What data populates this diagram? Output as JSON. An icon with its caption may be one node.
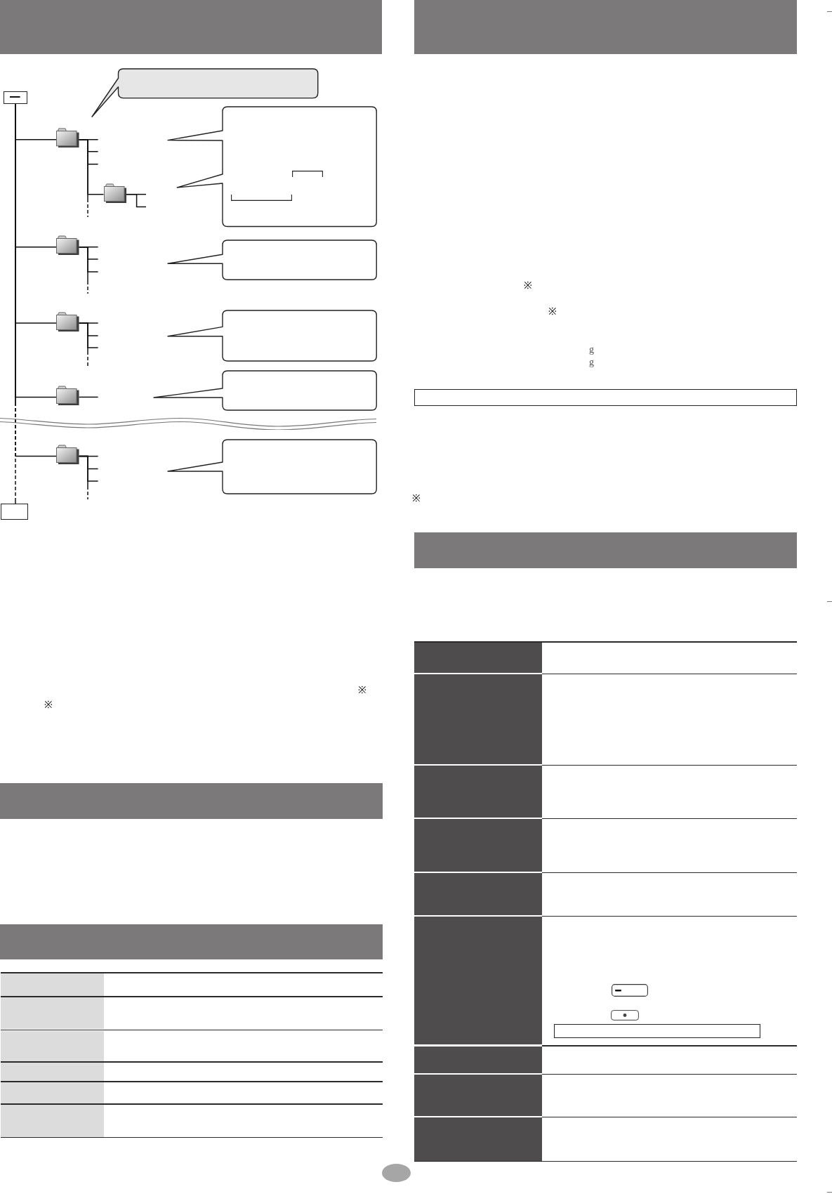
{
  "diagram": {
    "nodes": [
      {
        "text": [],
        "shape": "callout"
      },
      {
        "text": [],
        "shape": "box"
      },
      {
        "text": [],
        "shape": "picture"
      },
      {
        "text": [],
        "shape": "picture"
      },
      {
        "text": [],
        "shape": "callout"
      },
      {
        "text": [],
        "shape": "picture"
      },
      {
        "text": [],
        "shape": "callout"
      },
      {
        "text": [],
        "shape": "picture"
      },
      {
        "text": [],
        "shape": "callout"
      },
      {
        "text": [],
        "shape": "picture"
      },
      {
        "text": [],
        "shape": "callout"
      },
      {
        "text": [],
        "shape": "picture"
      },
      {
        "text": [],
        "shape": "callout"
      },
      {
        "text": [],
        "shape": "box"
      }
    ],
    "edges": [
      {
        "from": 1,
        "to": 2,
        "arrow": "none"
      },
      {
        "from": 1,
        "to": 5,
        "arrow": "none"
      },
      {
        "from": 1,
        "to": 7,
        "arrow": "none"
      },
      {
        "from": 1,
        "to": 9,
        "arrow": "none"
      },
      {
        "from": 1,
        "to": 11,
        "arrow": "none",
        "style": "dashed"
      },
      {
        "from": 1,
        "to": 13,
        "arrow": "none",
        "style": "dashed"
      },
      {
        "from": 2,
        "to": null,
        "arrow": "none"
      },
      {
        "from": 2,
        "to": null,
        "arrow": "none"
      },
      {
        "from": 2,
        "to": null,
        "arrow": "none"
      },
      {
        "from": 2,
        "to": 3,
        "arrow": "none"
      },
      {
        "from": 2,
        "to": null,
        "arrow": "none",
        "style": "dashed"
      },
      {
        "from": 3,
        "to": null,
        "arrow": "none"
      },
      {
        "from": 3,
        "to": null,
        "arrow": "none"
      },
      {
        "from": 5,
        "to": null,
        "arrow": "none"
      },
      {
        "from": 5,
        "to": null,
        "arrow": "none"
      },
      {
        "from": 5,
        "to": null,
        "arrow": "none"
      },
      {
        "from": 5,
        "to": null,
        "arrow": "none",
        "style": "dashed"
      },
      {
        "from": 7,
        "to": null,
        "arrow": "none"
      },
      {
        "from": 7,
        "to": null,
        "arrow": "none"
      },
      {
        "from": 7,
        "to": null,
        "arrow": "none"
      },
      {
        "from": 7,
        "to": null,
        "arrow": "none",
        "style": "dashed"
      },
      {
        "from": 9,
        "to": null,
        "arrow": "none"
      },
      {
        "from": 11,
        "to": null,
        "arrow": "none"
      },
      {
        "from": 11,
        "to": null,
        "arrow": "none"
      },
      {
        "from": 11,
        "to": null,
        "arrow": "none"
      },
      {
        "from": 11,
        "to": null,
        "arrow": "none",
        "style": "dashed"
      }
    ],
    "labels": [
      "※",
      "※",
      "※",
      "※",
      "g",
      "g",
      "※"
    ]
  }
}
